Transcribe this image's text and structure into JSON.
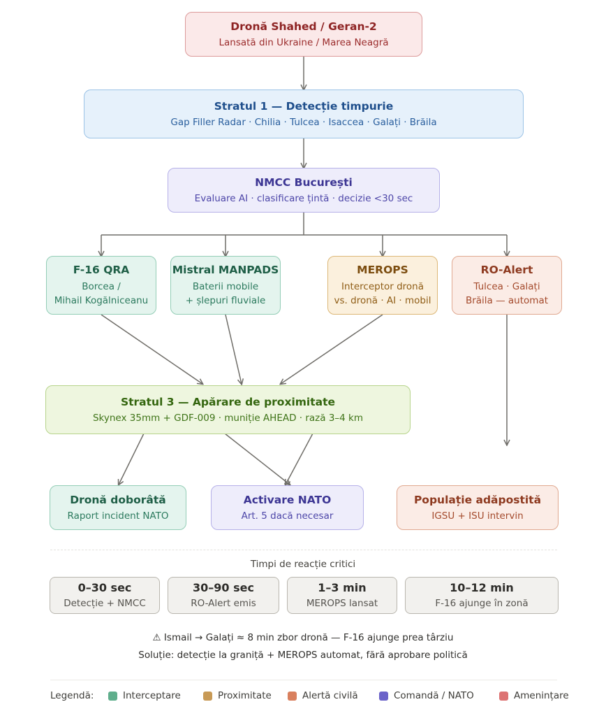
{
  "nodes": {
    "threat": {
      "title": "Dronă Shahed / Geran-2",
      "sub": "Lansată din Ukraine / Marea Neagră"
    },
    "layer1": {
      "title": "Stratul 1 — Detecție timpurie",
      "sub": "Gap Filler Radar · Chilia · Tulcea · Isaccea · Galați · Brăila"
    },
    "nmcc": {
      "title": "NMCC București",
      "sub": "Evaluare AI · clasificare țintă · decizie <30 sec"
    },
    "f16": {
      "title": "F-16 QRA",
      "sub1": "Borcea /",
      "sub2": "Mihail Kogălniceanu"
    },
    "mistral": {
      "title": "Mistral MANPADS",
      "sub1": "Baterii mobile",
      "sub2": "+ șlepuri fluviale"
    },
    "merops": {
      "title": "MEROPS",
      "sub1": "Interceptor dronă",
      "sub2": "vs. dronă · AI · mobil"
    },
    "roalert": {
      "title": "RO-Alert",
      "sub1": "Tulcea · Galați",
      "sub2": "Brăila — automat"
    },
    "layer3": {
      "title": "Stratul 3 — Apărare de proximitate",
      "sub": "Skynex 35mm + GDF-009 · muniție AHEAD · rază 3–4 km"
    },
    "downed": {
      "title": "Dronă doborâtă",
      "sub": "Raport incident NATO"
    },
    "nato": {
      "title": "Activare NATO",
      "sub": "Art. 5 dacă necesar"
    },
    "shelter": {
      "title": "Populație adăpostită",
      "sub": "IGSU + ISU intervin"
    }
  },
  "timings": {
    "title": "Timpi de reacție critici",
    "items": [
      {
        "time": "0–30 sec",
        "desc": "Detecție + NMCC"
      },
      {
        "time": "30–90 sec",
        "desc": "RO-Alert emis"
      },
      {
        "time": "1–3 min",
        "desc": "MEROPS lansat"
      },
      {
        "time": "10–12 min",
        "desc": "F-16 ajunge în zonă"
      }
    ]
  },
  "notes": {
    "line1": "⚠ Ismail → Galați ≈ 8 min zbor dronă — F-16 ajunge prea târziu",
    "line2": "Soluție: detecție la graniță + MEROPS automat, fără aprobare politică"
  },
  "legend": {
    "label": "Legendă:",
    "items": [
      {
        "name": "Interceptare",
        "color": "#5fae8c"
      },
      {
        "name": "Proximitate",
        "color": "#c89a56"
      },
      {
        "name": "Alertă civilă",
        "color": "#d9805e"
      },
      {
        "name": "Comandă / NATO",
        "color": "#6b63c9"
      },
      {
        "name": "Amenințare",
        "color": "#dd7373"
      }
    ]
  }
}
